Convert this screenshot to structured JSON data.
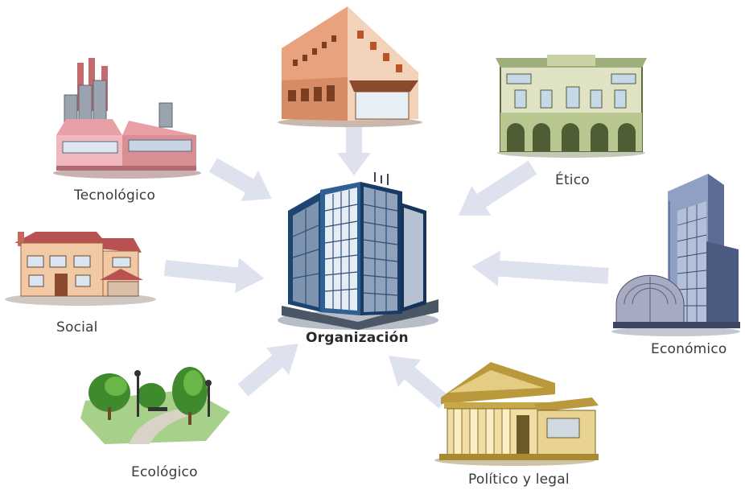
{
  "diagram": {
    "center": {
      "label": "Organización"
    },
    "nodes": [
      {
        "id": "tecnologico",
        "label": "Tecnológico",
        "icon": "factory-icon"
      },
      {
        "id": "top",
        "label": "",
        "icon": "commercial-building-icon"
      },
      {
        "id": "etico",
        "label": "Ético",
        "icon": "colonial-building-icon"
      },
      {
        "id": "social",
        "label": "Social",
        "icon": "house-icon"
      },
      {
        "id": "economico",
        "label": "Económico",
        "icon": "glass-skyscraper-icon"
      },
      {
        "id": "ecologico",
        "label": "Ecológico",
        "icon": "park-icon"
      },
      {
        "id": "politico",
        "label": "Político y legal",
        "icon": "courthouse-icon"
      }
    ],
    "colors": {
      "arrow": "#dde2ee",
      "office_blue": "#2f5f93",
      "factory_pink": "#e6a0a6",
      "park_green": "#5aa03a"
    }
  }
}
